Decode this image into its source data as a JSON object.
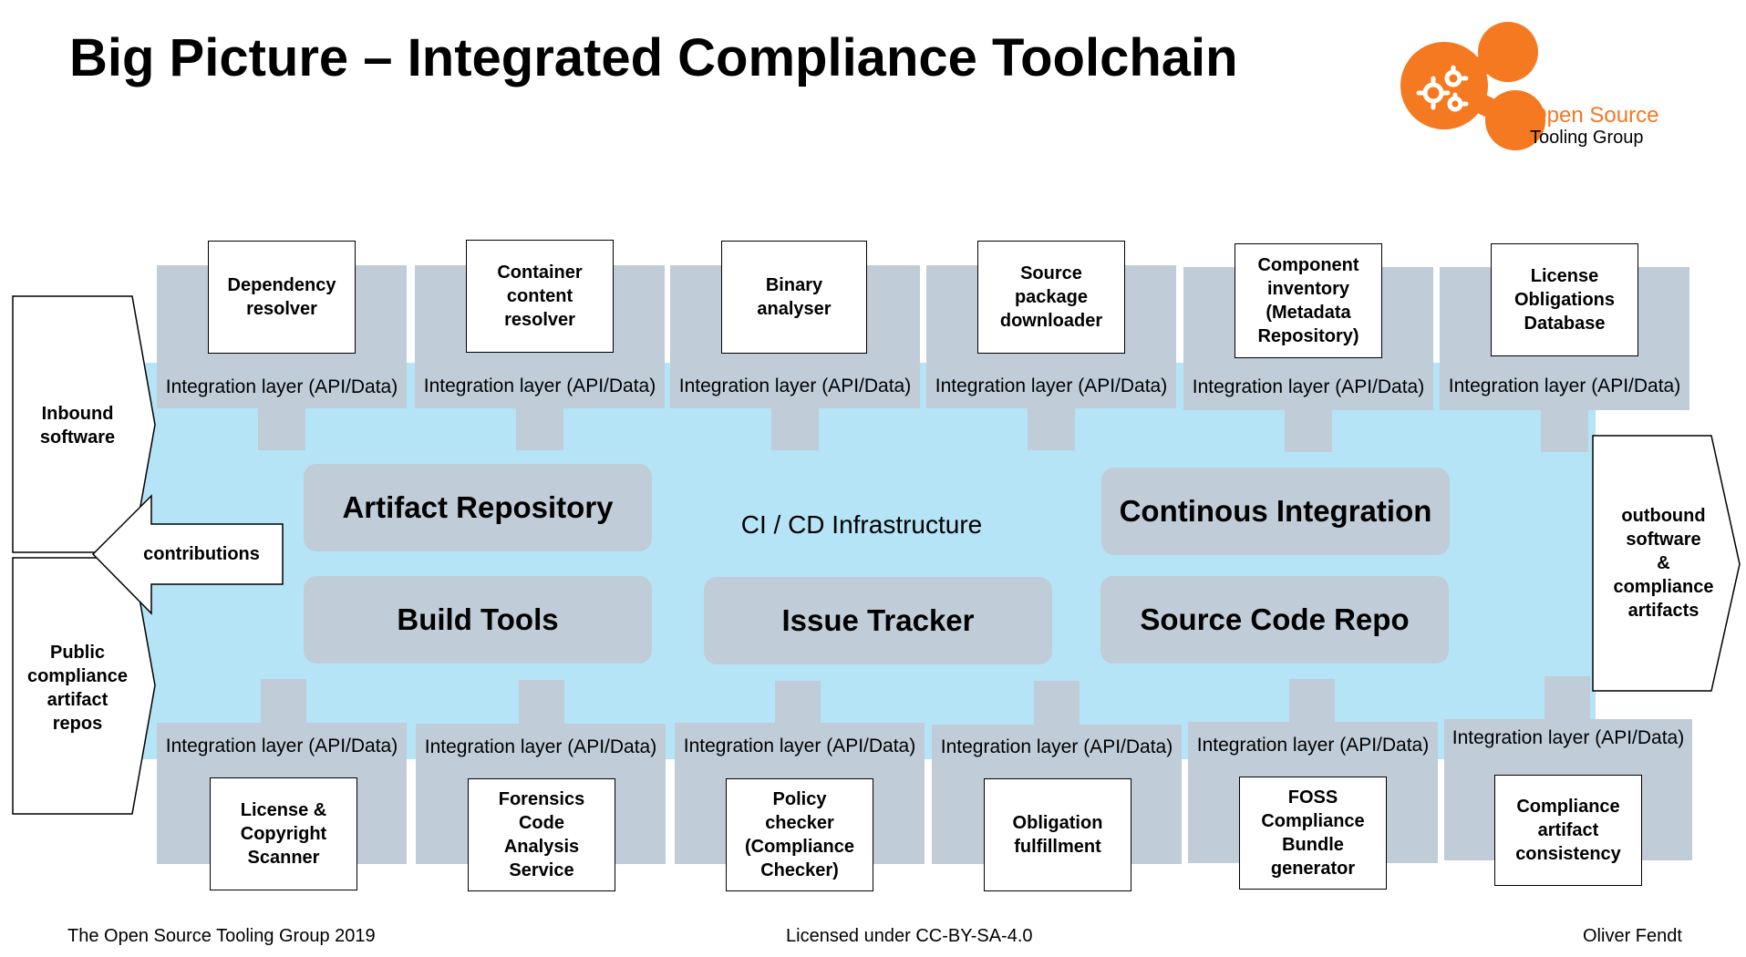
{
  "title": "Big Picture – Integrated Compliance Toolchain",
  "logo": {
    "line1": "Open Source",
    "line2": "Tooling Group",
    "color": "#f47920"
  },
  "center_label": "CI / CD Infrastructure",
  "core_components": {
    "artifact_repository": "Artifact Repository",
    "continuous_integration": "Continous Integration",
    "build_tools": "Build Tools",
    "issue_tracker": "Issue Tracker",
    "source_code_repo": "Source Code Repo"
  },
  "integration_layer_label": "Integration layer (API/Data)",
  "top_tools": [
    "Dependency\nresolver",
    "Container\ncontent\nresolver",
    "Binary\nanalyser",
    "Source\npackage\ndownloader",
    "Component\ninventory\n(Metadata\nRepository)",
    "License\nObligations\nDatabase"
  ],
  "bottom_tools": [
    "License &\nCopyright\nScanner",
    "Forensics\nCode\nAnalysis\nService",
    "Policy\nchecker\n(Compliance\nChecker)",
    "Obligation\nfulfillment",
    "FOSS\nCompliance\nBundle\ngenerator",
    "Compliance\nartifact\nconsistency"
  ],
  "arrows": {
    "inbound": "Inbound\nsoftware",
    "public": "Public\ncompliance\nartifact\nrepos",
    "contributions": "contributions",
    "outbound": "outbound\nsoftware\n&\ncompliance\nartifacts"
  },
  "footer": {
    "left": "The Open Source Tooling Group 2019",
    "center": "Licensed under CC-BY-SA-4.0",
    "right": "Oliver Fendt"
  },
  "colors": {
    "infrastructure": "#b5e4f7",
    "component": "#c0ccd7",
    "accent": "#f47920"
  }
}
